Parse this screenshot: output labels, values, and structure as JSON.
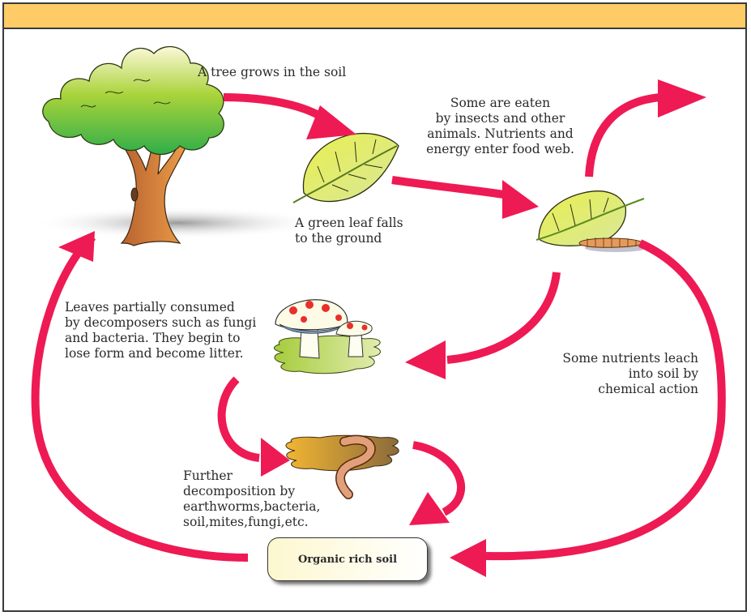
{
  "diagram": {
    "title": "",
    "colors": {
      "header": "#fecb66",
      "arrow": "#ee1a53",
      "border": "#3a3a3a"
    },
    "steps": [
      {
        "id": "tree",
        "label": "A tree grows in the soil",
        "icon": "tree-icon"
      },
      {
        "id": "leaf-fall",
        "label": "A green leaf falls\nto the ground",
        "icon": "green-leaf-icon"
      },
      {
        "id": "eaten",
        "label": "Some are eaten\nby insects and other\nanimals. Nutrients and\nenergy enter food web.",
        "icon": "eaten-leaf-caterpillar-icon"
      },
      {
        "id": "decomposers",
        "label": "Leaves partially consumed\nby decomposers such as fungi\nand bacteria. They begin to\nlose form and become litter.",
        "icon": "mushroom-icon"
      },
      {
        "id": "leach",
        "label": "Some nutrients leach\ninto soil by\nchemical action",
        "icon": ""
      },
      {
        "id": "further",
        "label": "Further\ndecomposition by\nearthworms,bacteria,\nsoil,mites,fungi,etc.",
        "icon": "earthworm-icon"
      }
    ],
    "soil_box": {
      "label": "Organic rich soil"
    },
    "flows": [
      {
        "from": "tree",
        "to": "leaf-fall"
      },
      {
        "from": "leaf-fall",
        "to": "eaten"
      },
      {
        "from": "eaten",
        "to": "food-web"
      },
      {
        "from": "eaten",
        "to": "decomposers"
      },
      {
        "from": "eaten",
        "to": "soil_box"
      },
      {
        "from": "decomposers",
        "to": "further"
      },
      {
        "from": "further",
        "to": "soil_box"
      },
      {
        "from": "soil_box",
        "to": "tree"
      }
    ]
  }
}
